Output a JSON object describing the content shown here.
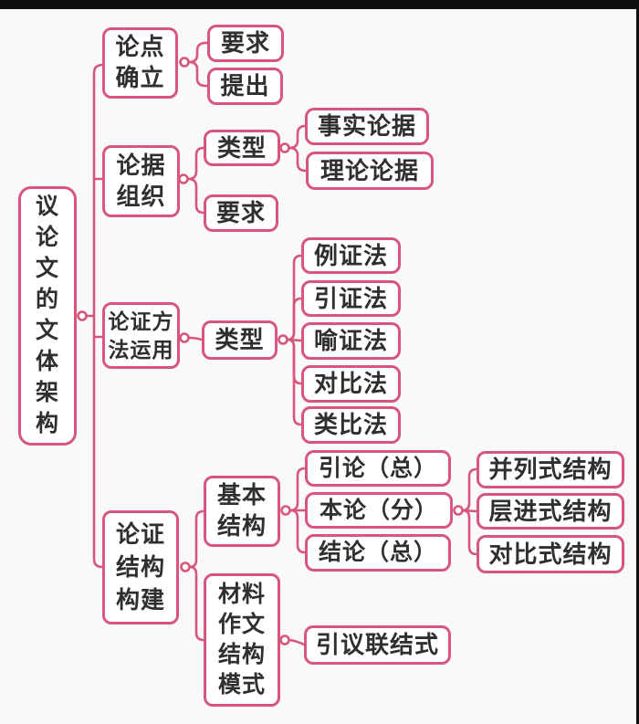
{
  "theme": {
    "accent": "#d6567c",
    "text": "#2f2f2f",
    "background": "#f9f9f9",
    "letterbox": "#0f0f0f"
  },
  "mindmap": {
    "root": {
      "label": "议论文的文体架构"
    },
    "branches": [
      {
        "label": "论点\n确立",
        "children": [
          {
            "label": "要求"
          },
          {
            "label": "提出"
          }
        ]
      },
      {
        "label": "论据\n组织",
        "children": [
          {
            "label": "类型",
            "children": [
              {
                "label": "事实论据"
              },
              {
                "label": "理论论据"
              }
            ]
          },
          {
            "label": "要求"
          }
        ]
      },
      {
        "label": "论证方\n法运用",
        "children": [
          {
            "label": "类型",
            "children": [
              {
                "label": "例证法"
              },
              {
                "label": "引证法"
              },
              {
                "label": "喻证法"
              },
              {
                "label": "对比法"
              },
              {
                "label": "类比法"
              }
            ]
          }
        ]
      },
      {
        "label": "论证\n结构\n构建",
        "children": [
          {
            "label": "基本\n结构",
            "children": [
              {
                "label": "引论（总）"
              },
              {
                "label": "本论（分）",
                "children": [
                  {
                    "label": "并列式结构"
                  },
                  {
                    "label": "层进式结构"
                  },
                  {
                    "label": "对比式结构"
                  }
                ]
              },
              {
                "label": "结论（总）"
              }
            ]
          },
          {
            "label": "材料\n作文\n结构\n模式",
            "children": [
              {
                "label": "引议联结式"
              }
            ]
          }
        ]
      }
    ]
  }
}
